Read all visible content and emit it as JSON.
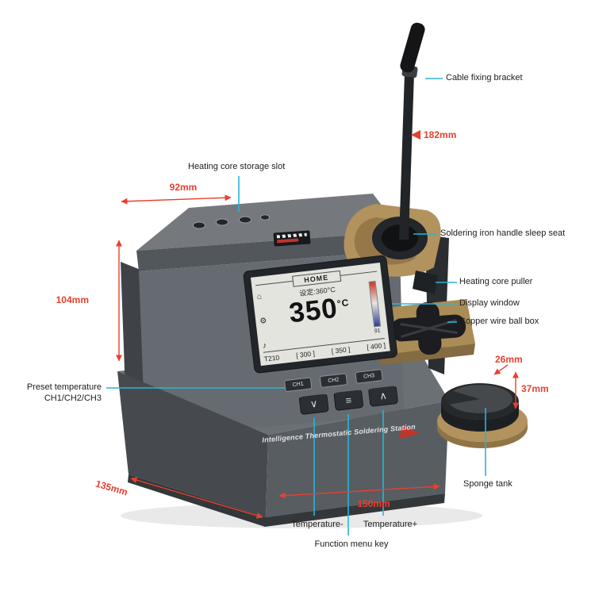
{
  "callouts": {
    "cable_fixing_bracket": "Cable fixing bracket",
    "heating_core_storage_slot": "Heating core storage slot",
    "soldering_iron_handle_sleep_seat": "Soldering iron handle sleep seat",
    "heating_core_puller": "Heating core puller",
    "display_window": "Display window",
    "copper_wire_ball_box": "Copper wire ball box",
    "preset_temperature_line1": "Preset temperature",
    "preset_temperature_line2": "CH1/CH2/CH3",
    "sponge_tank": "Sponge tank",
    "temperature_minus": "Temperature-",
    "function_menu_key": "Function menu key",
    "temperature_plus": "Temperature+"
  },
  "dimensions": {
    "top_width": "92mm",
    "body_height": "104mm",
    "base_depth": "135mm",
    "base_width": "150mm",
    "iron_length": "182mm",
    "tank_rim": "26mm",
    "tank_height": "37mm"
  },
  "screen": {
    "menu_title": "HOME",
    "set_temperature": "设定:360°C",
    "current_temperature": "350",
    "unit": "°C",
    "gauge_value": "91",
    "tip_model": "T210",
    "presets": [
      "[ 300 ]",
      "[ 350 ]",
      "[ 400 ]"
    ],
    "icons": {
      "home": "⌂",
      "settings": "⚙",
      "sound": "♪"
    }
  },
  "buttons": {
    "channels": [
      "CH1",
      "CH2",
      "CH3"
    ],
    "down_glyph": "∨",
    "menu_glyph": "≡",
    "up_glyph": "∧"
  },
  "base": {
    "slogan": "Intelligence Thermostatic Soldering Station"
  },
  "colors": {
    "callout_line": "#2bb3d9",
    "dimension_red": "#e8402f",
    "body_gray": "#656b70",
    "brass_gold": "#b2925d",
    "screen_bg": "#e3e4de"
  }
}
